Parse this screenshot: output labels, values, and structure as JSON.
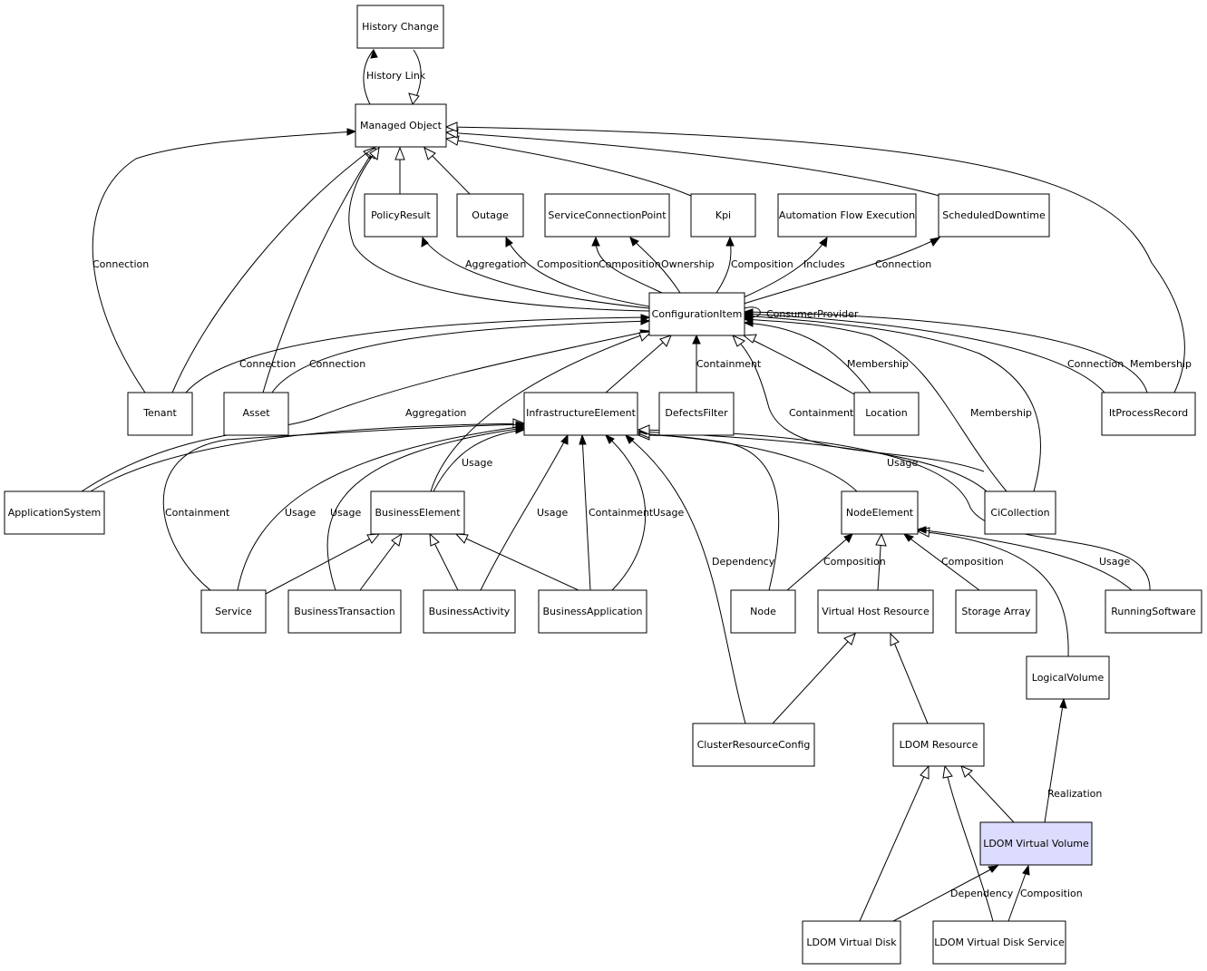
{
  "nodes": {
    "history_change": "History Change",
    "managed_object": "Managed Object",
    "policy_result": "PolicyResult",
    "outage": "Outage",
    "service_connection_point": "ServiceConnectionPoint",
    "kpi": "Kpi",
    "automation_flow_execution": "Automation Flow Execution",
    "scheduled_downtime": "ScheduledDowntime",
    "configuration_item": "ConfigurationItem",
    "tenant": "Tenant",
    "asset": "Asset",
    "infrastructure_element": "InfrastructureElement",
    "defects_filter": "DefectsFilter",
    "location": "Location",
    "it_process_record": "ItProcessRecord",
    "application_system": "ApplicationSystem",
    "business_element": "BusinessElement",
    "node_element": "NodeElement",
    "ci_collection": "CiCollection",
    "service": "Service",
    "business_transaction": "BusinessTransaction",
    "business_activity": "BusinessActivity",
    "business_application": "BusinessApplication",
    "node": "Node",
    "virtual_host_resource": "Virtual Host Resource",
    "storage_array": "Storage Array",
    "running_software": "RunningSoftware",
    "logical_volume": "LogicalVolume",
    "cluster_resource_config": "ClusterResourceConfig",
    "ldom_resource": "LDOM Resource",
    "ldom_virtual_volume": "LDOM Virtual Volume",
    "ldom_virtual_disk": "LDOM Virtual Disk",
    "ldom_virtual_disk_service": "LDOM Virtual Disk Service"
  },
  "labels": {
    "history_link": "History Link",
    "connection": "Connection",
    "aggregation": "Aggregation",
    "composition": "Composition",
    "ownership": "Ownership",
    "includes": "Includes",
    "consumer_provider": "ConsumerProvider",
    "containment": "Containment",
    "membership": "Membership",
    "usage": "Usage",
    "dependency": "Dependency",
    "realization": "Realization"
  },
  "colors": {
    "highlight_fill": "#dcdcff",
    "line": "#000000",
    "node_fill": "#ffffff"
  }
}
